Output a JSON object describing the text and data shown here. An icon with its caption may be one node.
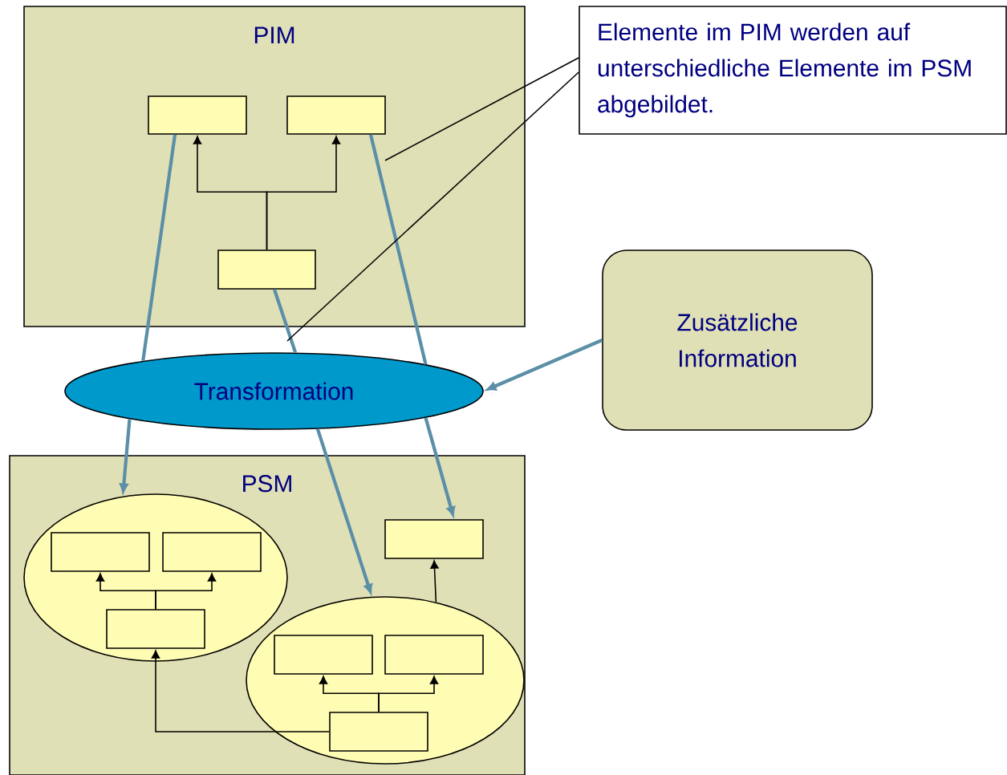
{
  "diagram": {
    "nodes": [
      {
        "text": [
          "PIM"
        ]
      },
      {
        "text": [],
        "shape": "box",
        "in": 0
      },
      {
        "text": [],
        "shape": "box",
        "in": 0
      },
      {
        "text": [],
        "shape": "box",
        "in": 0
      },
      {
        "text": [
          "Elemente im PIM werden auf unterschiedliche Elemente im PSM abgebildet."
        ]
      },
      {
        "text": [
          "Transformation"
        ]
      },
      {
        "text": [
          "Zusätzliche Information"
        ]
      },
      {
        "text": [
          "PSM"
        ]
      },
      {
        "text": [],
        "shape": "ellipse",
        "in": 7
      },
      {
        "text": [],
        "shape": "box",
        "in": 8
      },
      {
        "text": [],
        "shape": "box",
        "in": 8
      },
      {
        "text": [],
        "shape": "box",
        "in": 8
      },
      {
        "text": [],
        "shape": "box",
        "in": 7
      },
      {
        "text": [],
        "shape": "ellipse",
        "in": 7
      },
      {
        "text": [],
        "shape": "box",
        "in": 13
      },
      {
        "text": [],
        "shape": "box",
        "in": 13
      },
      {
        "text": [],
        "shape": "box",
        "in": 13
      }
    ],
    "edges": [
      {
        "from": 3,
        "to": 1,
        "arrow": "to"
      },
      {
        "from": 3,
        "to": 2,
        "arrow": "to"
      },
      {
        "from": 1,
        "to": 5,
        "arrow": "none",
        "style": "thick",
        "color": "#5b8fa8"
      },
      {
        "from": 5,
        "to": 8,
        "arrow": "to",
        "style": "thick",
        "color": "#5b8fa8"
      },
      {
        "from": 2,
        "to": 5,
        "arrow": "none",
        "style": "thick",
        "color": "#5b8fa8"
      },
      {
        "from": 5,
        "to": 12,
        "arrow": "to",
        "style": "thick",
        "color": "#5b8fa8"
      },
      {
        "from": 3,
        "to": 5,
        "arrow": "none",
        "style": "thick",
        "color": "#5b8fa8"
      },
      {
        "from": 5,
        "to": 13,
        "arrow": "to",
        "style": "thick",
        "color": "#5b8fa8"
      },
      {
        "from": 6,
        "to": 5,
        "arrow": "to",
        "style": "thick",
        "color": "#5b8fa8"
      },
      {
        "from": 4,
        "to": null,
        "arrow": "none"
      },
      {
        "from": 4,
        "to": null,
        "arrow": "none"
      },
      {
        "from": 11,
        "to": 9,
        "arrow": "to"
      },
      {
        "from": 11,
        "to": 10,
        "arrow": "to"
      },
      {
        "from": 16,
        "to": 14,
        "arrow": "to"
      },
      {
        "from": 16,
        "to": 15,
        "arrow": "to"
      },
      {
        "from": 13,
        "to": 12,
        "arrow": "to"
      },
      {
        "from": 16,
        "to": 11,
        "arrow": "to"
      }
    ]
  }
}
